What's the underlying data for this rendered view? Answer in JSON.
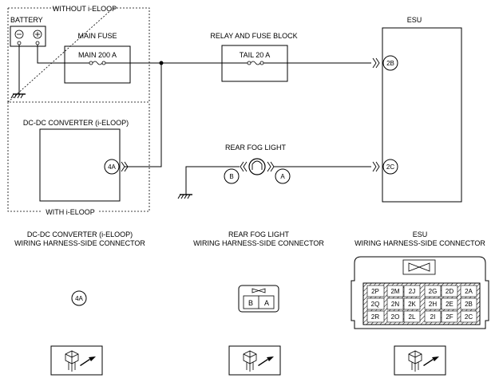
{
  "labels": {
    "without_ieloop": "WITHOUT i-ELOOP",
    "with_ieloop": "WITH i-ELOOP",
    "battery": "BATTERY",
    "main_fuse": "MAIN FUSE",
    "main_fuse_value": "MAIN 200 A",
    "relay_fuse_block": "RELAY AND FUSE BLOCK",
    "tail_fuse_value": "TAIL 20 A",
    "esu": "ESU",
    "dcdc_converter": "DC-DC CONVERTER (i-ELOOP)",
    "rear_fog_light": "REAR FOG LIGHT",
    "term_2b": "2B",
    "term_2c": "2C",
    "term_4a": "4A",
    "term_a": "A",
    "term_b": "B",
    "battery_minus": "⊖",
    "battery_plus": "⊕"
  },
  "connectors": {
    "dcdc": {
      "title1": "DC-DC CONVERTER (i-ELOOP)",
      "title2": "WIRING HARNESS-SIDE CONNECTOR",
      "pin": "4A"
    },
    "fog": {
      "title1": "REAR FOG LIGHT",
      "title2": "WIRING HARNESS-SIDE CONNECTOR",
      "pins": [
        "B",
        "A"
      ]
    },
    "esu": {
      "title1": "ESU",
      "title2": "WIRING HARNESS-SIDE CONNECTOR",
      "pins": {
        "p2p": "2P",
        "p2m": "2M",
        "p2j": "2J",
        "p2g": "2G",
        "p2d": "2D",
        "p2a": "2A",
        "p2q": "2Q",
        "p2n": "2N",
        "p2k": "2K",
        "p2h": "2H",
        "p2e": "2E",
        "p2b": "2B",
        "p2r": "2R",
        "p2o": "2O",
        "p2l": "2L",
        "p2i": "2I",
        "p2f": "2F",
        "p2c": "2C"
      }
    }
  }
}
